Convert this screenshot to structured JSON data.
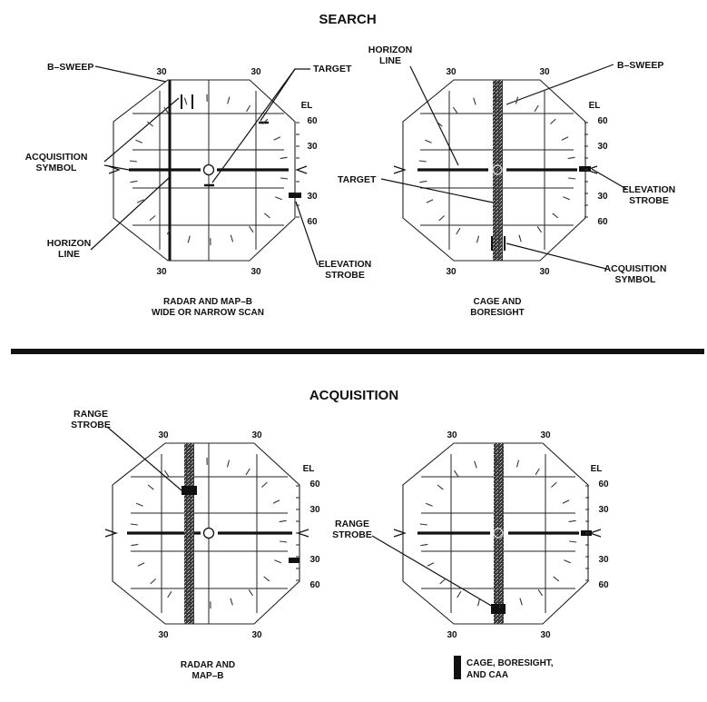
{
  "headers": {
    "search": "SEARCH",
    "acquisition": "ACQUISITION"
  },
  "panels": {
    "p1": {
      "caption": [
        "RADAR AND MAP–B",
        "WIDE OR NARROW SCAN"
      ],
      "scale_top": [
        "30",
        "30"
      ],
      "scale_bottom": [
        "30",
        "30"
      ],
      "el_label": "EL",
      "el_scale": [
        "60",
        "30",
        "30",
        "60"
      ],
      "callouts": {
        "b_sweep": [
          "B–SWEEP"
        ],
        "target": [
          "TARGET"
        ],
        "acquisition_symbol": [
          "ACQUISITION",
          "SYMBOL"
        ],
        "horizon_line": [
          "HORIZON",
          "LINE"
        ],
        "elevation_strobe": [
          "ELEVATION",
          "STROBE"
        ]
      }
    },
    "p2": {
      "caption": [
        "CAGE AND",
        "BORESIGHT"
      ],
      "scale_top": [
        "30",
        "30"
      ],
      "scale_bottom": [
        "30",
        "30"
      ],
      "el_label": "EL",
      "el_scale": [
        "60",
        "30",
        "30",
        "60"
      ],
      "callouts": {
        "horizon_line": [
          "HORIZON",
          "LINE"
        ],
        "b_sweep": [
          "B–SWEEP"
        ],
        "target": [
          "TARGET"
        ],
        "elevation_strobe": [
          "ELEVATION",
          "STROBE"
        ],
        "acquisition_symbol": [
          "ACQUISITION",
          "SYMBOL"
        ]
      }
    },
    "p3": {
      "caption": [
        "RADAR AND",
        "MAP–B"
      ],
      "scale_top": [
        "30",
        "30"
      ],
      "scale_bottom": [
        "30",
        "30"
      ],
      "el_label": "EL",
      "el_scale": [
        "60",
        "30",
        "30",
        "60"
      ],
      "callouts": {
        "range_strobe": [
          "RANGE",
          "STROBE"
        ]
      }
    },
    "p4": {
      "caption": [
        "CAGE, BORESIGHT,",
        "AND CAA"
      ],
      "scale_top": [
        "30",
        "30"
      ],
      "scale_bottom": [
        "30",
        "30"
      ],
      "el_label": "EL",
      "el_scale": [
        "60",
        "30",
        "30",
        "60"
      ],
      "callouts": {
        "range_strobe": [
          "RANGE",
          "STROBE"
        ]
      }
    }
  }
}
